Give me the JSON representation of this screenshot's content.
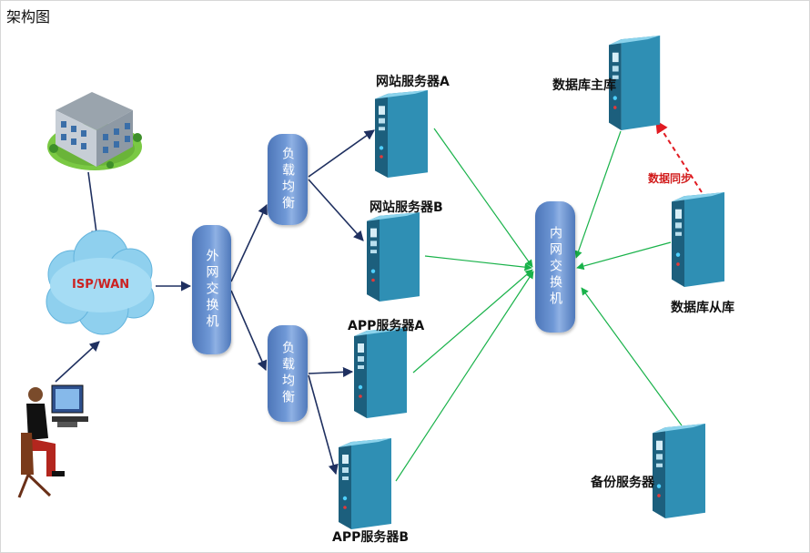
{
  "title": "架构图",
  "nodes": {
    "outer_switch": "外网交换机",
    "lb1": "负载均衡",
    "lb2": "负载均衡",
    "inner_switch": "内网交换机",
    "web_a": "网站服务器A",
    "web_b": "网站服务器B",
    "app_a": "APP服务器A",
    "app_b": "APP服务器B",
    "db_master": "数据库主库",
    "db_slave": "数据库从库",
    "backup": "备份服务器",
    "isp": "ISP/WAN",
    "sync": "数据同步"
  },
  "colors": {
    "dark_arrow": "#1f3060",
    "green_arrow": "#19b24a",
    "sync_arrow": "#e11b22",
    "isp_text": "#cc2222"
  },
  "icons": [
    "building-icon",
    "cloud-icon",
    "user-at-computer-icon",
    "server-icon"
  ]
}
